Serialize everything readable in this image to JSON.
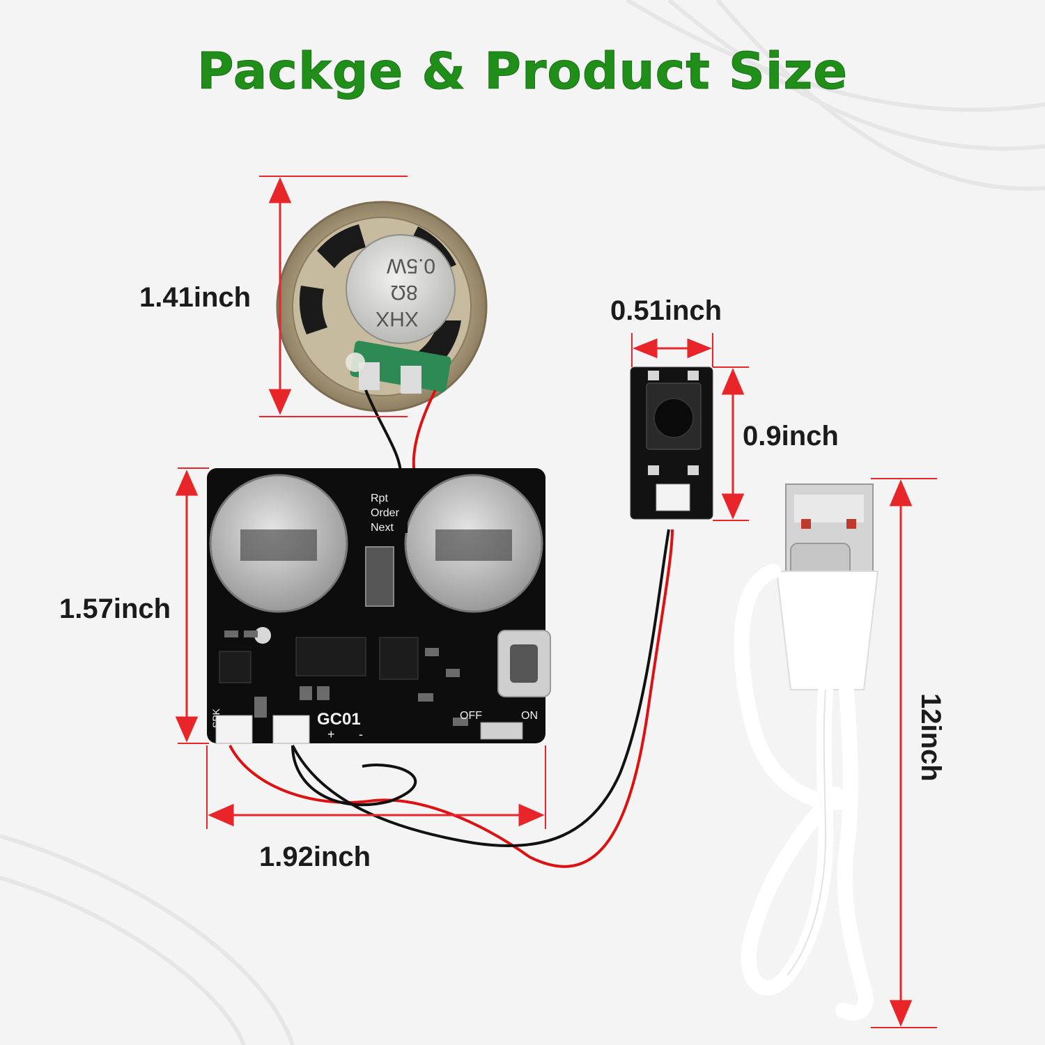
{
  "title": "Packge & Product Size",
  "colors": {
    "title": "#1f8f1a",
    "arrow": "#e8262a",
    "background": "#f4f4f4",
    "pcb": "#0d0d0d",
    "metal": "#c9c9c9",
    "cable": "#ffffff"
  },
  "dimensions": {
    "speaker_height": "1.41inch",
    "button_width": "0.51inch",
    "button_height": "0.9inch",
    "board_height": "1.57inch",
    "board_width": "1.92inch",
    "cable_length": "12inch"
  },
  "speaker": {
    "cap_line1": "0.5W",
    "cap_line2": "8Ω",
    "cap_line3": "XHX"
  },
  "board": {
    "label_rpt": "Rpt",
    "label_order": "Order",
    "label_next": "Next",
    "label_model": "GC01",
    "label_spk": "SPK",
    "label_off": "OFF",
    "label_on": "ON",
    "label_plus": "+",
    "label_minus": "-"
  }
}
